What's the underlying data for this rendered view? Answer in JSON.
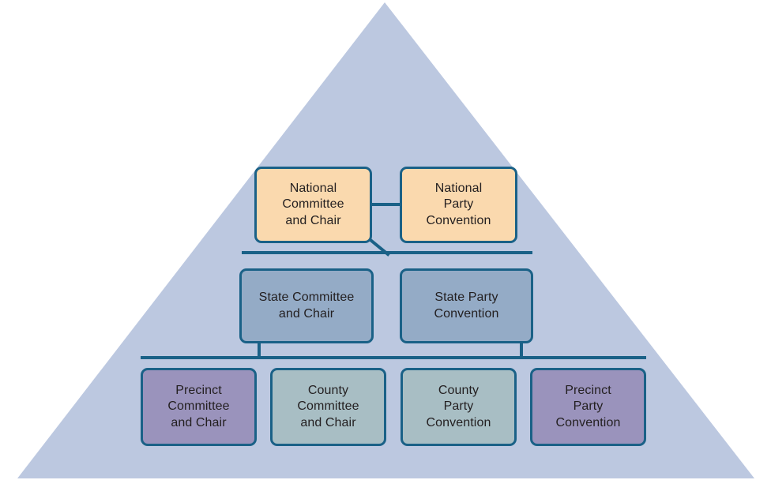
{
  "figure": {
    "shape": "triangle-hierarchy",
    "background_color": "#ffffff",
    "triangle_color": "#bcc8e0",
    "line_color": "#1a6187",
    "text_color": "#231f20"
  },
  "levels": {
    "national": {
      "fill": "#fad9ae",
      "nodes": [
        {
          "id": "national-committee-and-chair",
          "label": "National\nCommittee\nand Chair"
        },
        {
          "id": "national-party-convention",
          "label": "National\nParty\nConvention"
        }
      ]
    },
    "state": {
      "fill": "#94abc6",
      "nodes": [
        {
          "id": "state-committee-and-chair",
          "label": "State Committee\nand Chair"
        },
        {
          "id": "state-party-convention",
          "label": "State Party\nConvention"
        }
      ]
    },
    "local": {
      "nodes": [
        {
          "id": "precinct-committee-and-chair",
          "label": "Precinct\nCommittee\nand Chair",
          "fill": "#9a93bc"
        },
        {
          "id": "county-committee-and-chair",
          "label": "County\nCommittee\nand Chair",
          "fill": "#a8bec4"
        },
        {
          "id": "county-party-convention",
          "label": "County\nParty\nConvention",
          "fill": "#a8bec4"
        },
        {
          "id": "precinct-party-convention",
          "label": "Precinct\nParty\nConvention",
          "fill": "#9a93bc"
        }
      ]
    }
  }
}
